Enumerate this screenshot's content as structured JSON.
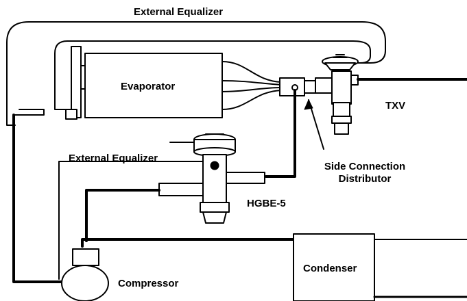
{
  "labels": {
    "external_equalizer_top": "External Equalizer",
    "external_equalizer_left": "External Equalizer",
    "evaporator": "Evaporator",
    "txv": "TXV",
    "side_connection_line1": "Side Connection",
    "side_connection_line2": "Distributor",
    "hgbe": "HGBE-5",
    "condenser": "Condenser",
    "compressor": "Compressor"
  },
  "colors": {
    "line": "#000000",
    "background": "#ffffff",
    "component_fill": "#ffffff",
    "shading": "#9a9a9a"
  }
}
